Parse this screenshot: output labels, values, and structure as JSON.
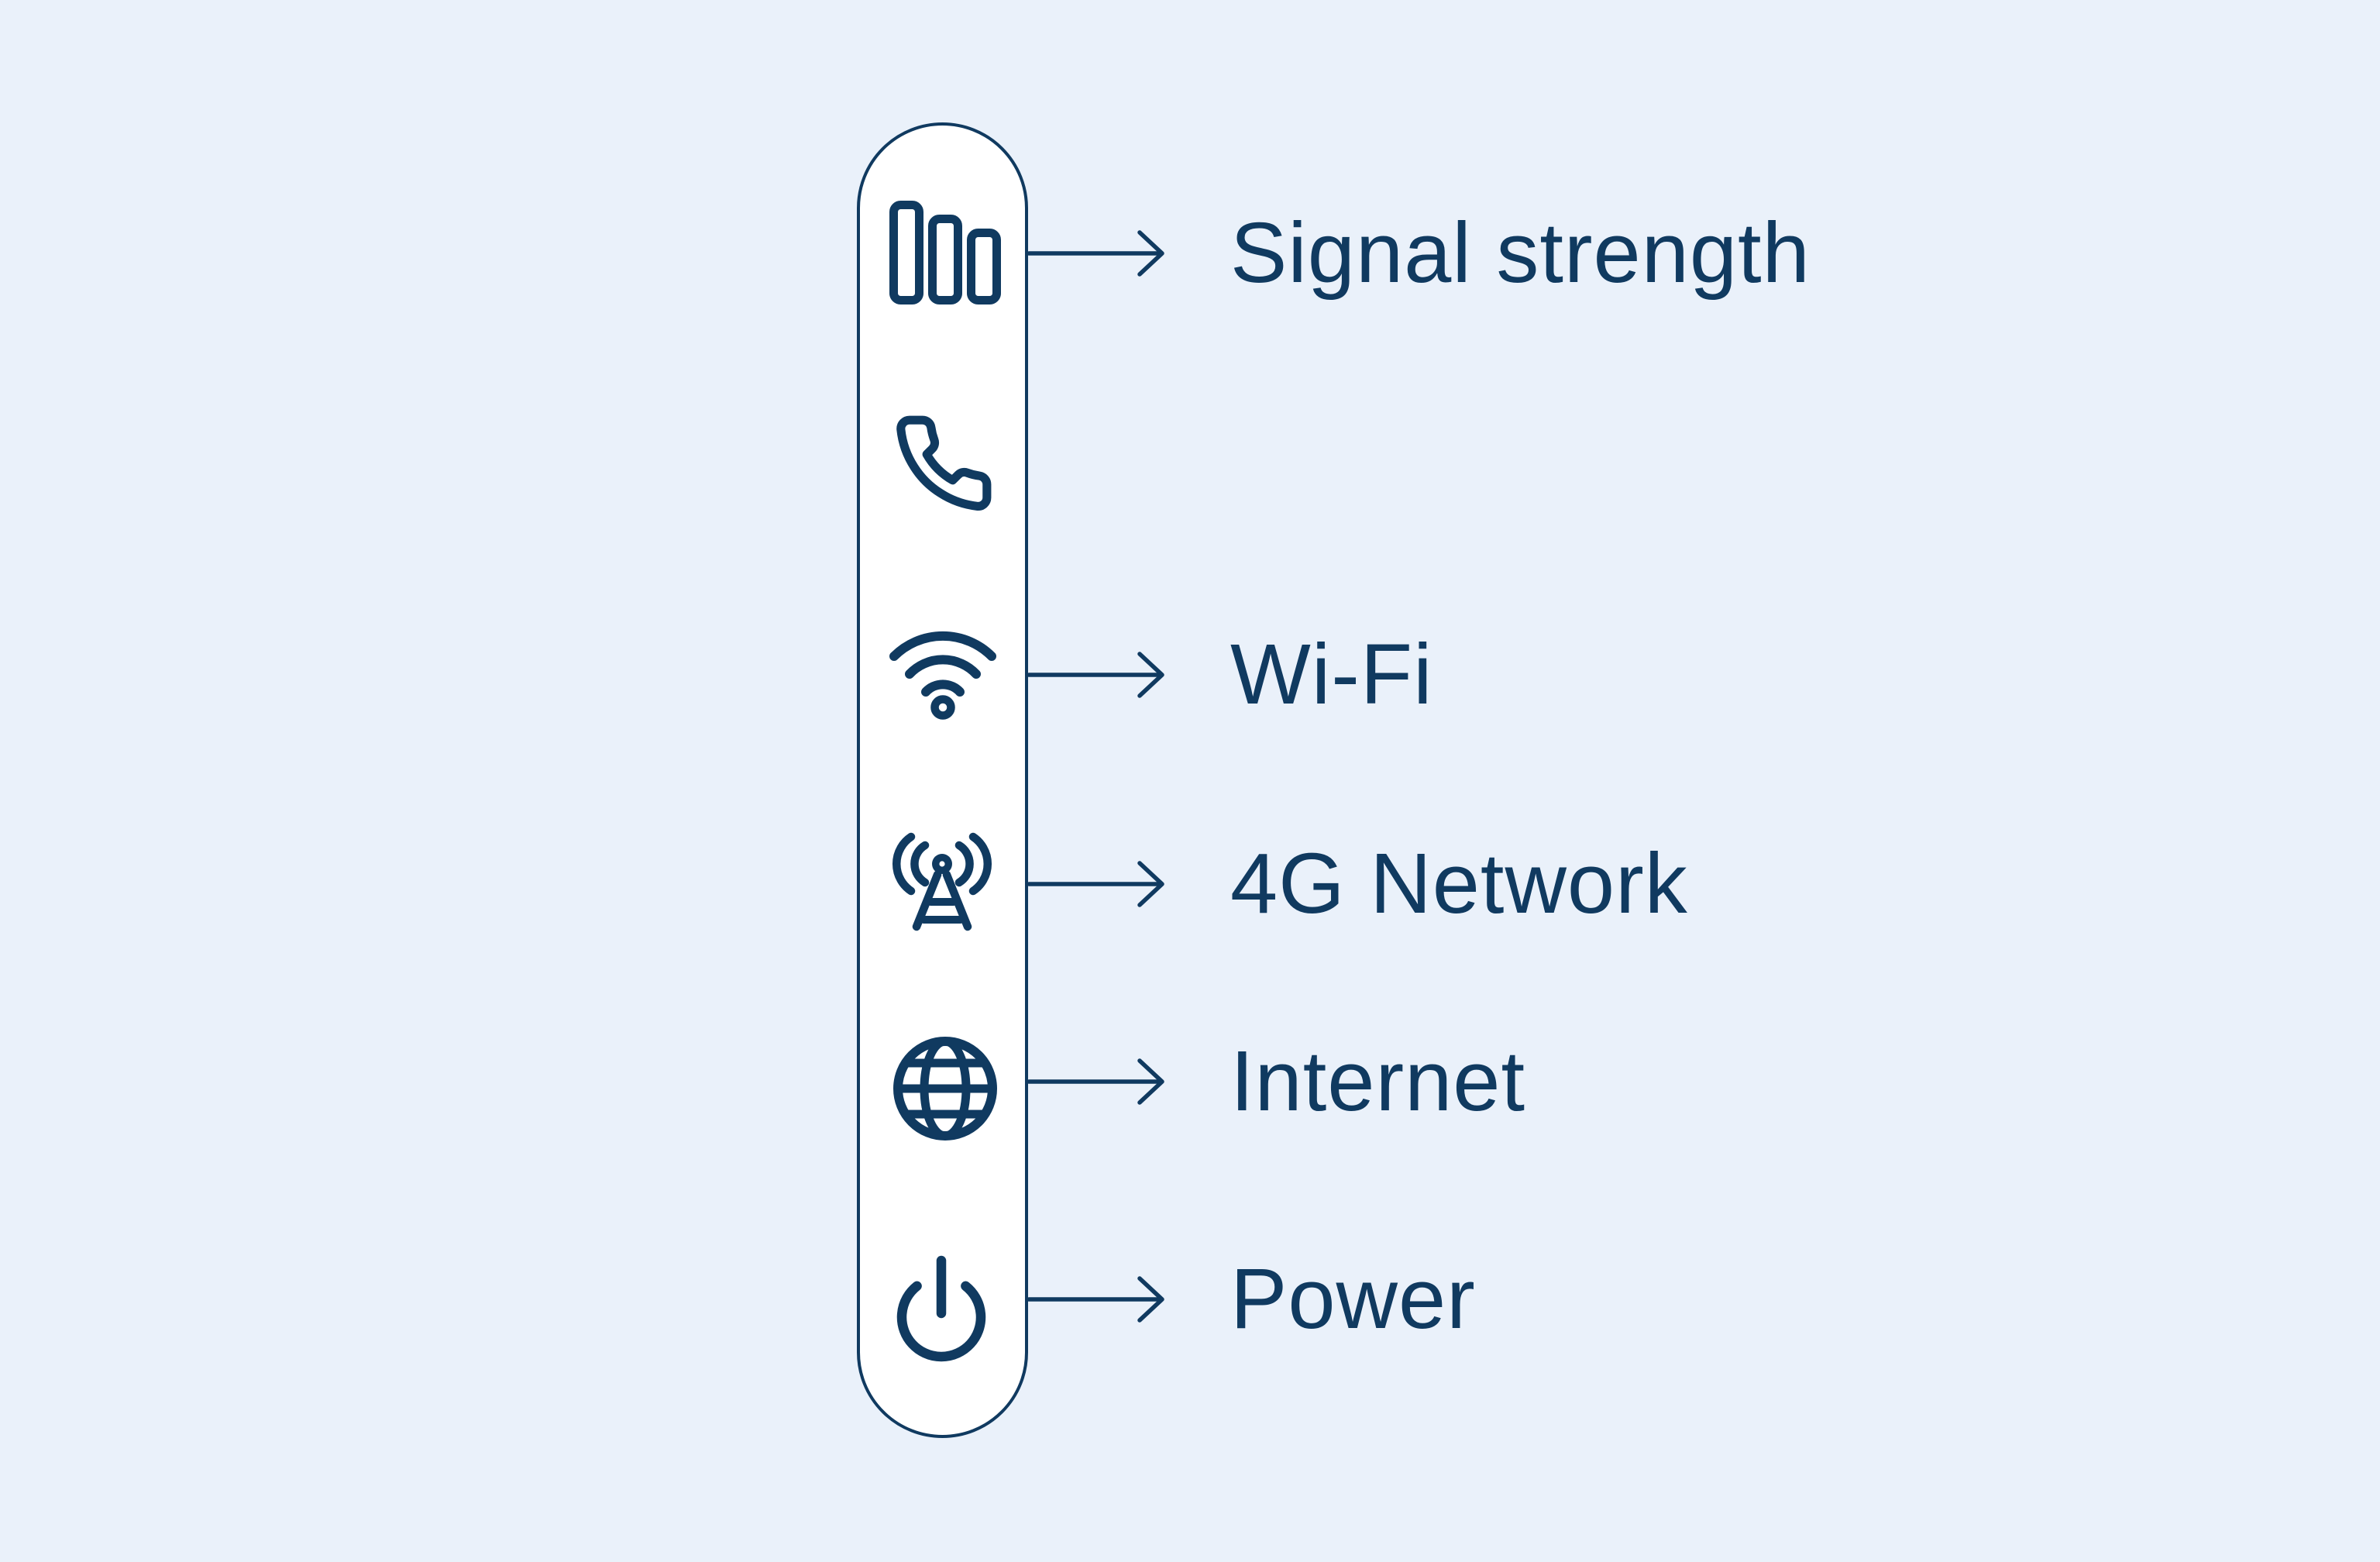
{
  "diagram": {
    "description": "Router LED indicator strip legend",
    "background_color": "#EAF1FA",
    "accent_color": "#103A60",
    "panel_fill": "#FFFFFF"
  },
  "indicators": [
    {
      "icon": "signal-strength-icon",
      "label": "Signal strength",
      "has_arrow": true
    },
    {
      "icon": "phone-icon",
      "label": "",
      "has_arrow": false
    },
    {
      "icon": "wifi-icon",
      "label": "Wi-Fi",
      "has_arrow": true
    },
    {
      "icon": "4g-network-icon",
      "label": "4G Network",
      "has_arrow": true
    },
    {
      "icon": "internet-icon",
      "label": "Internet",
      "has_arrow": true
    },
    {
      "icon": "power-icon",
      "label": "Power",
      "has_arrow": true
    }
  ]
}
